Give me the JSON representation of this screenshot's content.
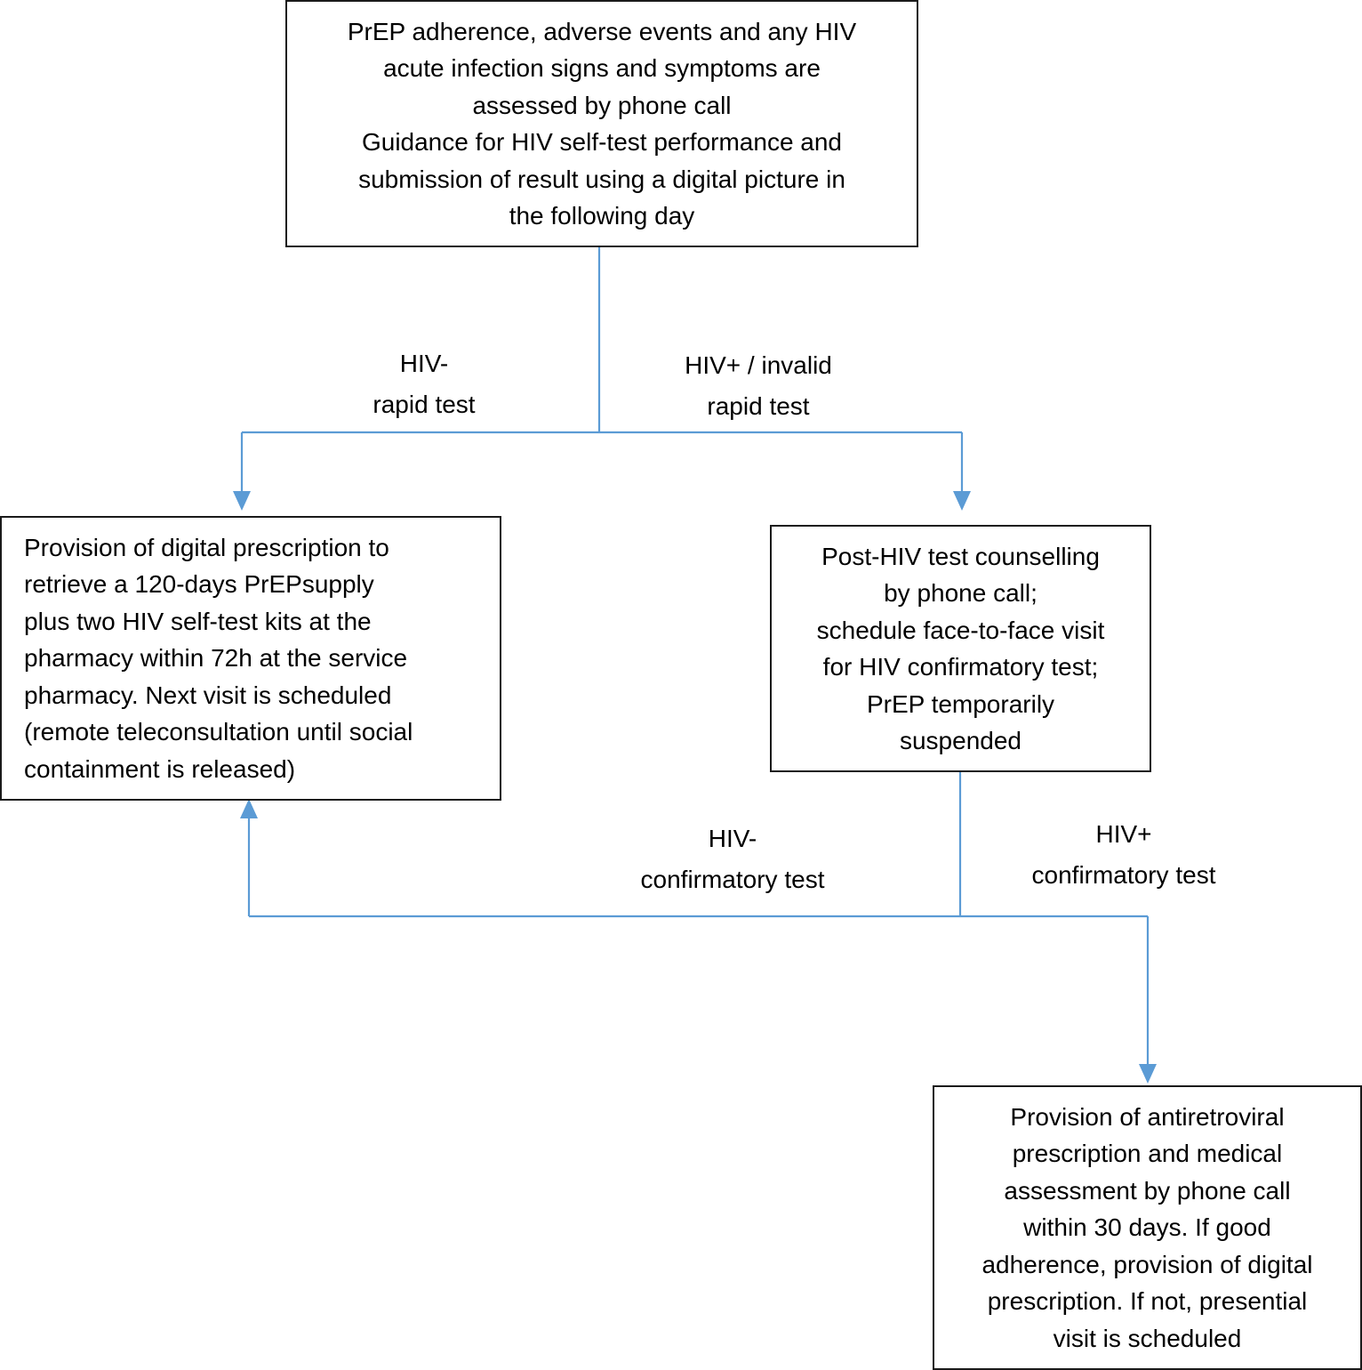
{
  "boxes": {
    "assessment": "PrEP adherence, adverse events and any HIV\nacute infection signs and symptoms are\nassessed by phone call\nGuidance for HIV self-test performance and\nsubmission of result using a digital picture in\nthe following day",
    "prescription": "Provision of digital prescription to\nretrieve a 120-days PrEPsupply\nplus two HIV self-test kits at the\npharmacy within 72h at the service\npharmacy. Next visit is scheduled\n(remote teleconsultation until social\ncontainment is released)",
    "counselling": "Post-HIV test counselling\nby phone call;\nschedule face-to-face visit\nfor HIV confirmatory test;\nPrEP temporarily\nsuspended",
    "antiretroviral": "Provision of antiretroviral\nprescription and medical\nassessment by phone call\nwithin 30 days. If good\nadherence, provision of digital\nprescription. If not, presential\nvisit is scheduled"
  },
  "edge_labels": {
    "hiv_neg_rapid": "HIV-\nrapid test",
    "hiv_pos_invalid_rapid": "HIV+ / invalid\nrapid test",
    "hiv_neg_confirmatory": "HIV-\nconfirmatory test",
    "hiv_pos_confirmatory": "HIV+\nconfirmatory test"
  },
  "colors": {
    "connector": "#5b9bd5",
    "box_border": "#1a1a1a"
  }
}
